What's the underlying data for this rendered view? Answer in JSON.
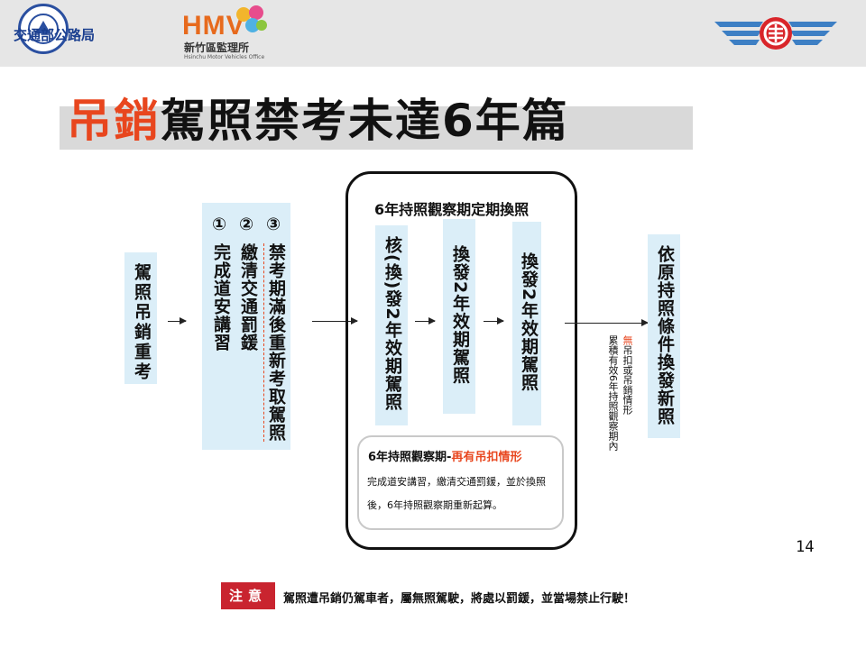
{
  "header": {
    "agency_name": "交通部公路局",
    "office_logo_text": "HMV",
    "office_name": "新竹區監理所",
    "office_name_en": "Hsinchu Motor Vehicles Office"
  },
  "title": {
    "highlight": "吊銷",
    "rest": "駕照禁考未達6年篇"
  },
  "flow": {
    "start": "駕照吊銷重考",
    "steps": [
      {
        "marker": "①",
        "text": "完成道安講習"
      },
      {
        "marker": "②",
        "text": "繳清交通罰鍰"
      },
      {
        "marker": "③",
        "text": "禁考期滿後重新考取駕照"
      }
    ],
    "renewal_title": "6年持照觀察期定期換照",
    "renewals": [
      "核(換)發2年效期駕照",
      "換發2年效期駕照",
      "換發2年效期駕照"
    ],
    "result": "依原持照條件換發新照",
    "side_note_line1_red": "無",
    "side_note_line1": "吊扣或吊銷情形",
    "side_note_line2": "累積有效6年持照觀察期內",
    "inner_box_title": "6年持照觀察期-",
    "inner_box_title_red": "再有吊扣情形",
    "inner_box_body": "完成道安講習，繳清交通罰鍰，並於換照後，6年持照觀察期重新起算。"
  },
  "page_number": "14",
  "notice": {
    "label": "注意",
    "text": "駕照遭吊銷仍駕車者，屬無照駕駛，將處以罰鍰，並當場禁止行駛！"
  }
}
